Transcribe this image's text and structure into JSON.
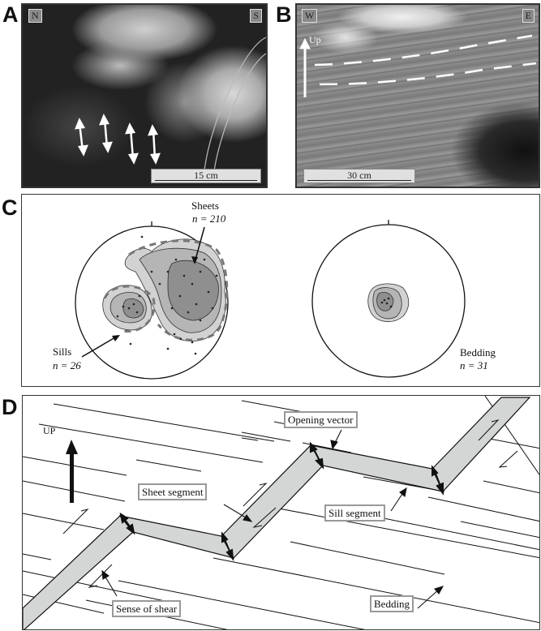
{
  "figure": {
    "panels": {
      "A": {
        "letter": "A",
        "type": "photograph",
        "orientation_left": "N",
        "orientation_right": "S",
        "scale_bar": "15 cm",
        "annotations": [
          "four white double-headed arrows (vertical opening)"
        ]
      },
      "B": {
        "letter": "B",
        "type": "photograph",
        "orientation_left": "W",
        "orientation_right": "E",
        "scale_bar": "30 cm",
        "up_label": "Up",
        "annotations": [
          "white dashed lines marking sill margins",
          "white up arrow"
        ]
      },
      "C": {
        "letter": "C",
        "type": "stereonet",
        "left_net": {
          "sheets_label": "Sheets",
          "sheets_n": "n = 210",
          "sills_label": "Sills",
          "sills_n": "n = 26"
        },
        "right_net": {
          "bedding_label": "Bedding",
          "bedding_n": "n = 31"
        }
      },
      "D": {
        "letter": "D",
        "type": "schematic",
        "up_label": "UP",
        "labels": {
          "opening_vector": "Opening vector",
          "sheet_segment": "Sheet segment",
          "sill_segment": "Sill segment",
          "sense_of_shear": "Sense of shear",
          "bedding": "Bedding"
        }
      }
    },
    "colors": {
      "segment_fill": "#d4d6d6",
      "contour_light": "#d2d2d2",
      "contour_mid": "#b0b0b0",
      "contour_dark": "#8a8a8a",
      "dashed_contour": "#777777",
      "frame": "#333333"
    }
  }
}
